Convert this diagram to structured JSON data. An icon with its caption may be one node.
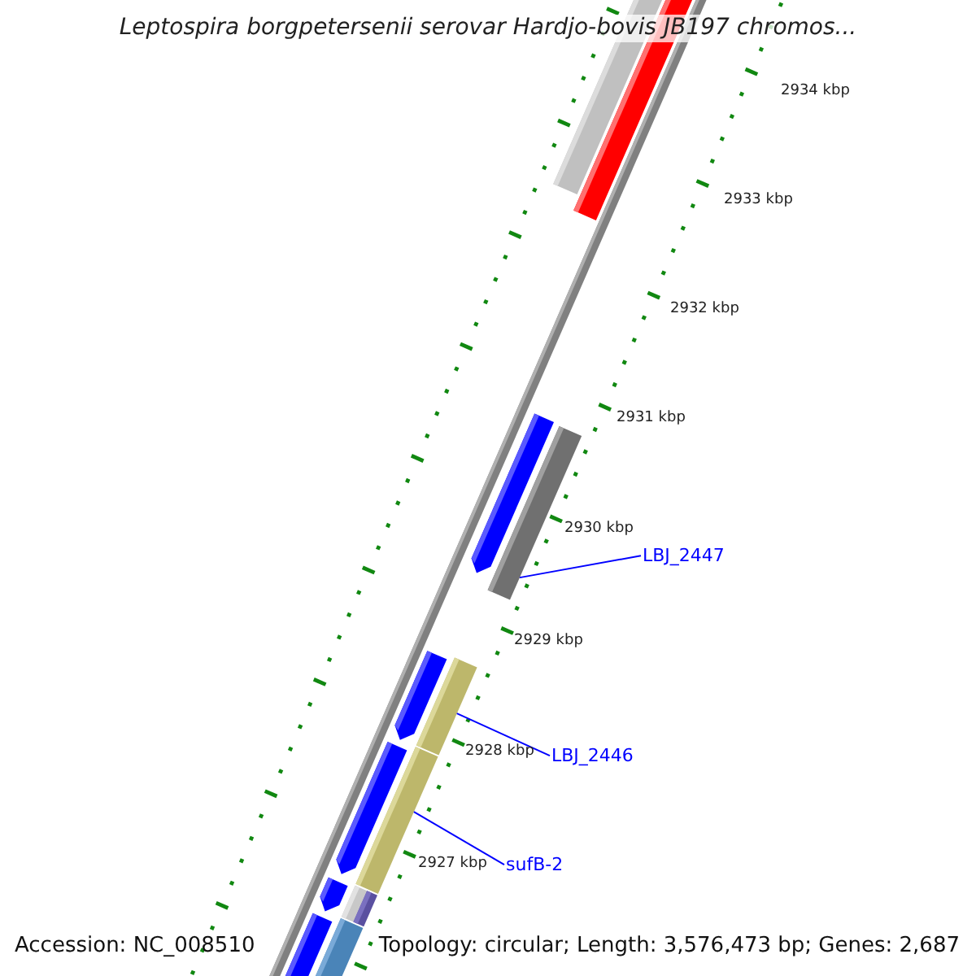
{
  "diagram": {
    "title": "Leptospira borgpetersenii serovar Hardjo-bovis JB197 chromos...",
    "nodes": [
      {
        "text": [
          "LBJ_2447"
        ]
      },
      {
        "text": [],
        "shape": "bar"
      },
      {
        "text": [
          "LBJ_2446"
        ]
      },
      {
        "text": [],
        "shape": "bar"
      },
      {
        "text": [
          "sufB-2"
        ]
      },
      {
        "text": [],
        "shape": "bar"
      }
    ],
    "edges": [
      {
        "from": 0,
        "to": 1,
        "arrow": "none"
      },
      {
        "from": 2,
        "to": 3,
        "arrow": "none"
      },
      {
        "from": 4,
        "to": 5,
        "arrow": "none"
      }
    ],
    "labels": [
      "2934 kbp",
      "2933 kbp",
      "2932 kbp",
      "2931 kbp",
      "2930 kbp",
      "2929 kbp",
      "2928 kbp",
      "2927 kbp",
      "Accession: NC_008510",
      "Topology: circular; Length: 3,576,473 bp; Genes: 2,687"
    ]
  }
}
